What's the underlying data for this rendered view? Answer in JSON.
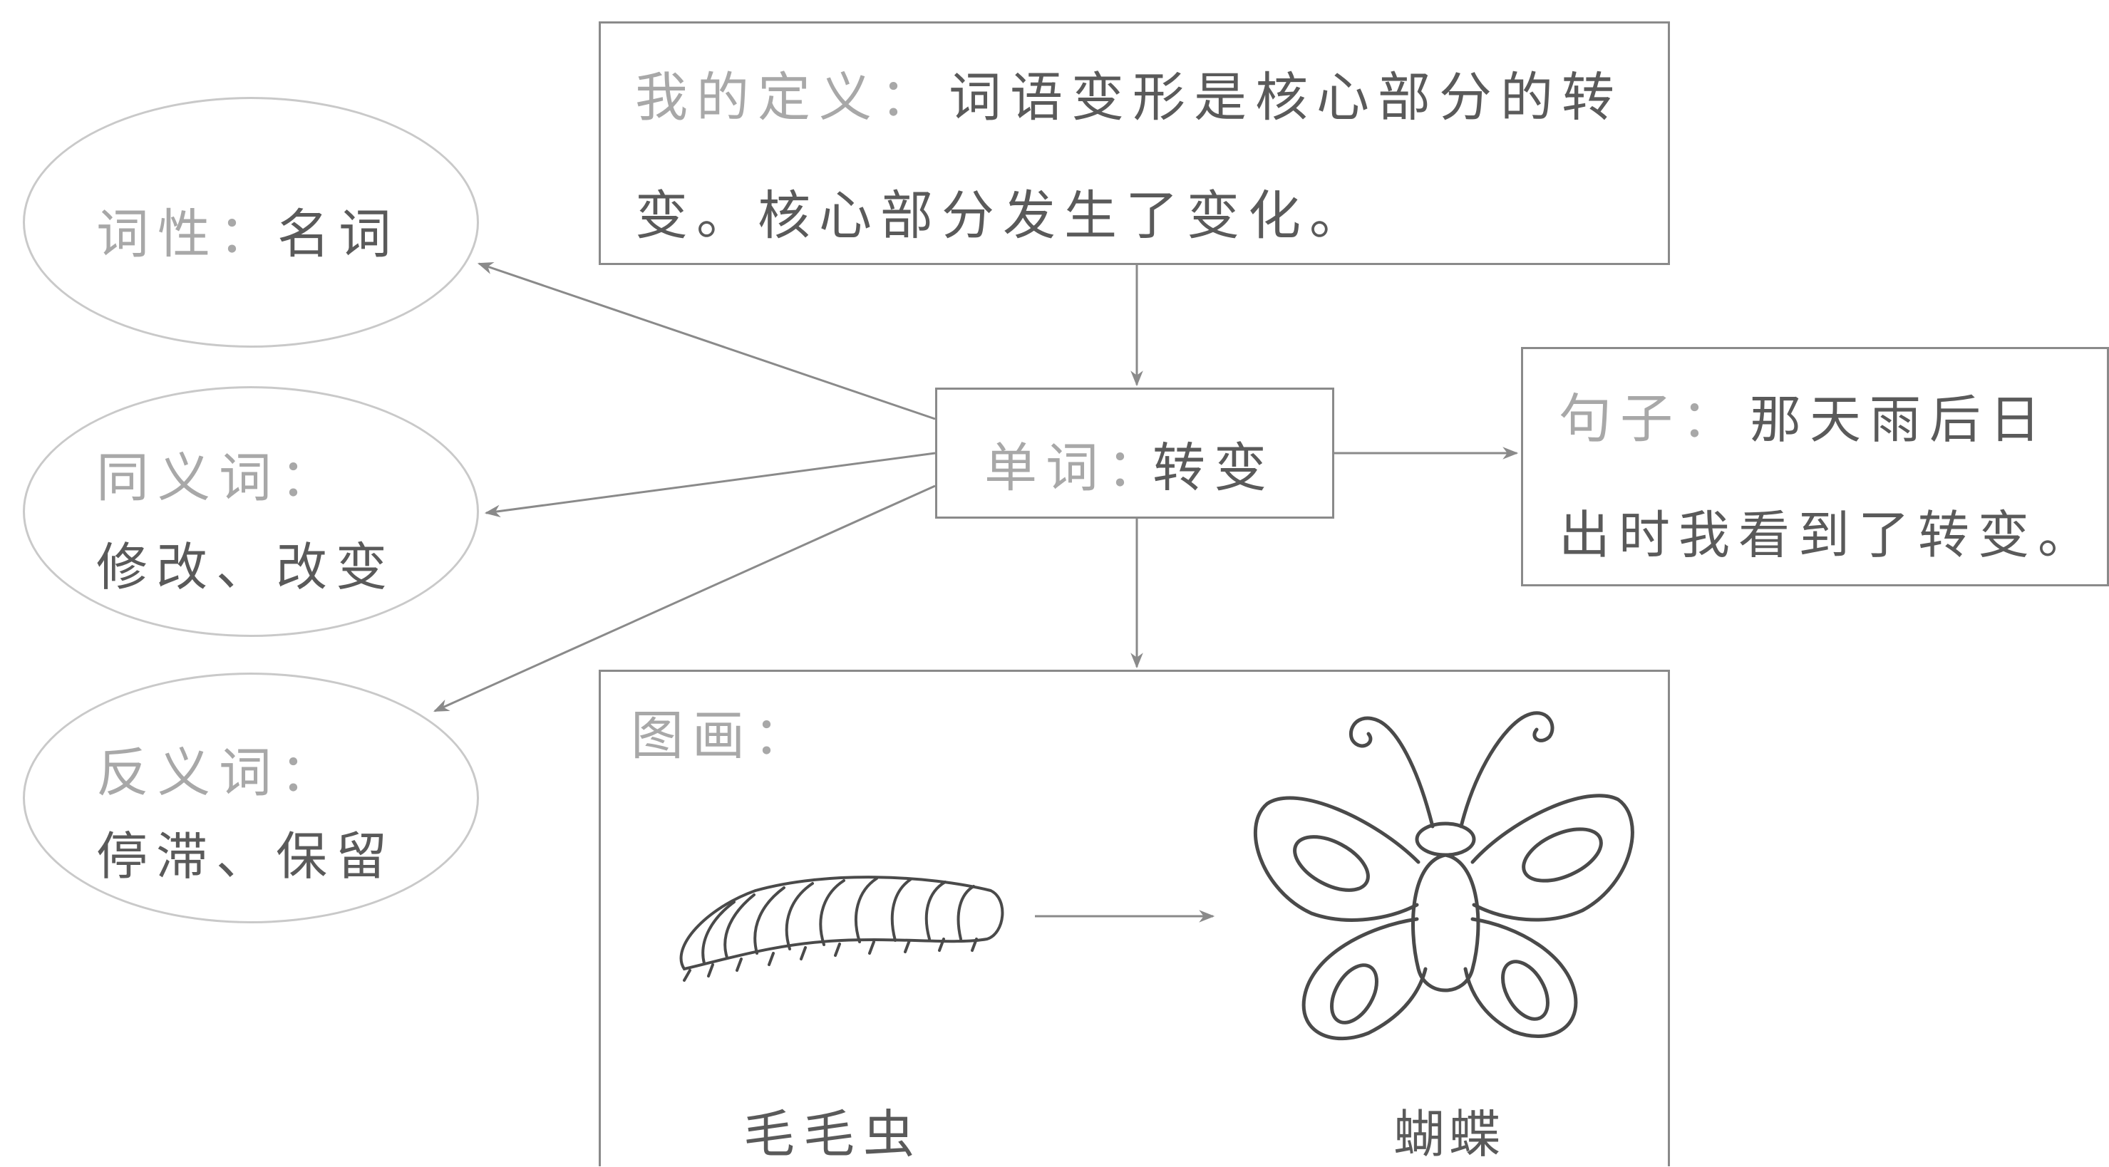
{
  "definition": {
    "label": "我的定义：",
    "line1": "词语变形是核心部分的转",
    "line2": "变。核心部分发生了变化。"
  },
  "word": {
    "label": "单词：",
    "value": "转变"
  },
  "sentence": {
    "label": "句子：",
    "line1": "那天雨后日",
    "line2": "出时我看到了转变。"
  },
  "part_of_speech": {
    "label": "词性：",
    "value": "名词"
  },
  "synonyms": {
    "label": "同义词：",
    "value": "修改、改变"
  },
  "antonyms": {
    "label": "反义词：",
    "value": "停滞、保留"
  },
  "drawing": {
    "label": "图画：",
    "caterpillar_caption": "毛毛虫",
    "butterfly_caption": "蝴蝶"
  }
}
